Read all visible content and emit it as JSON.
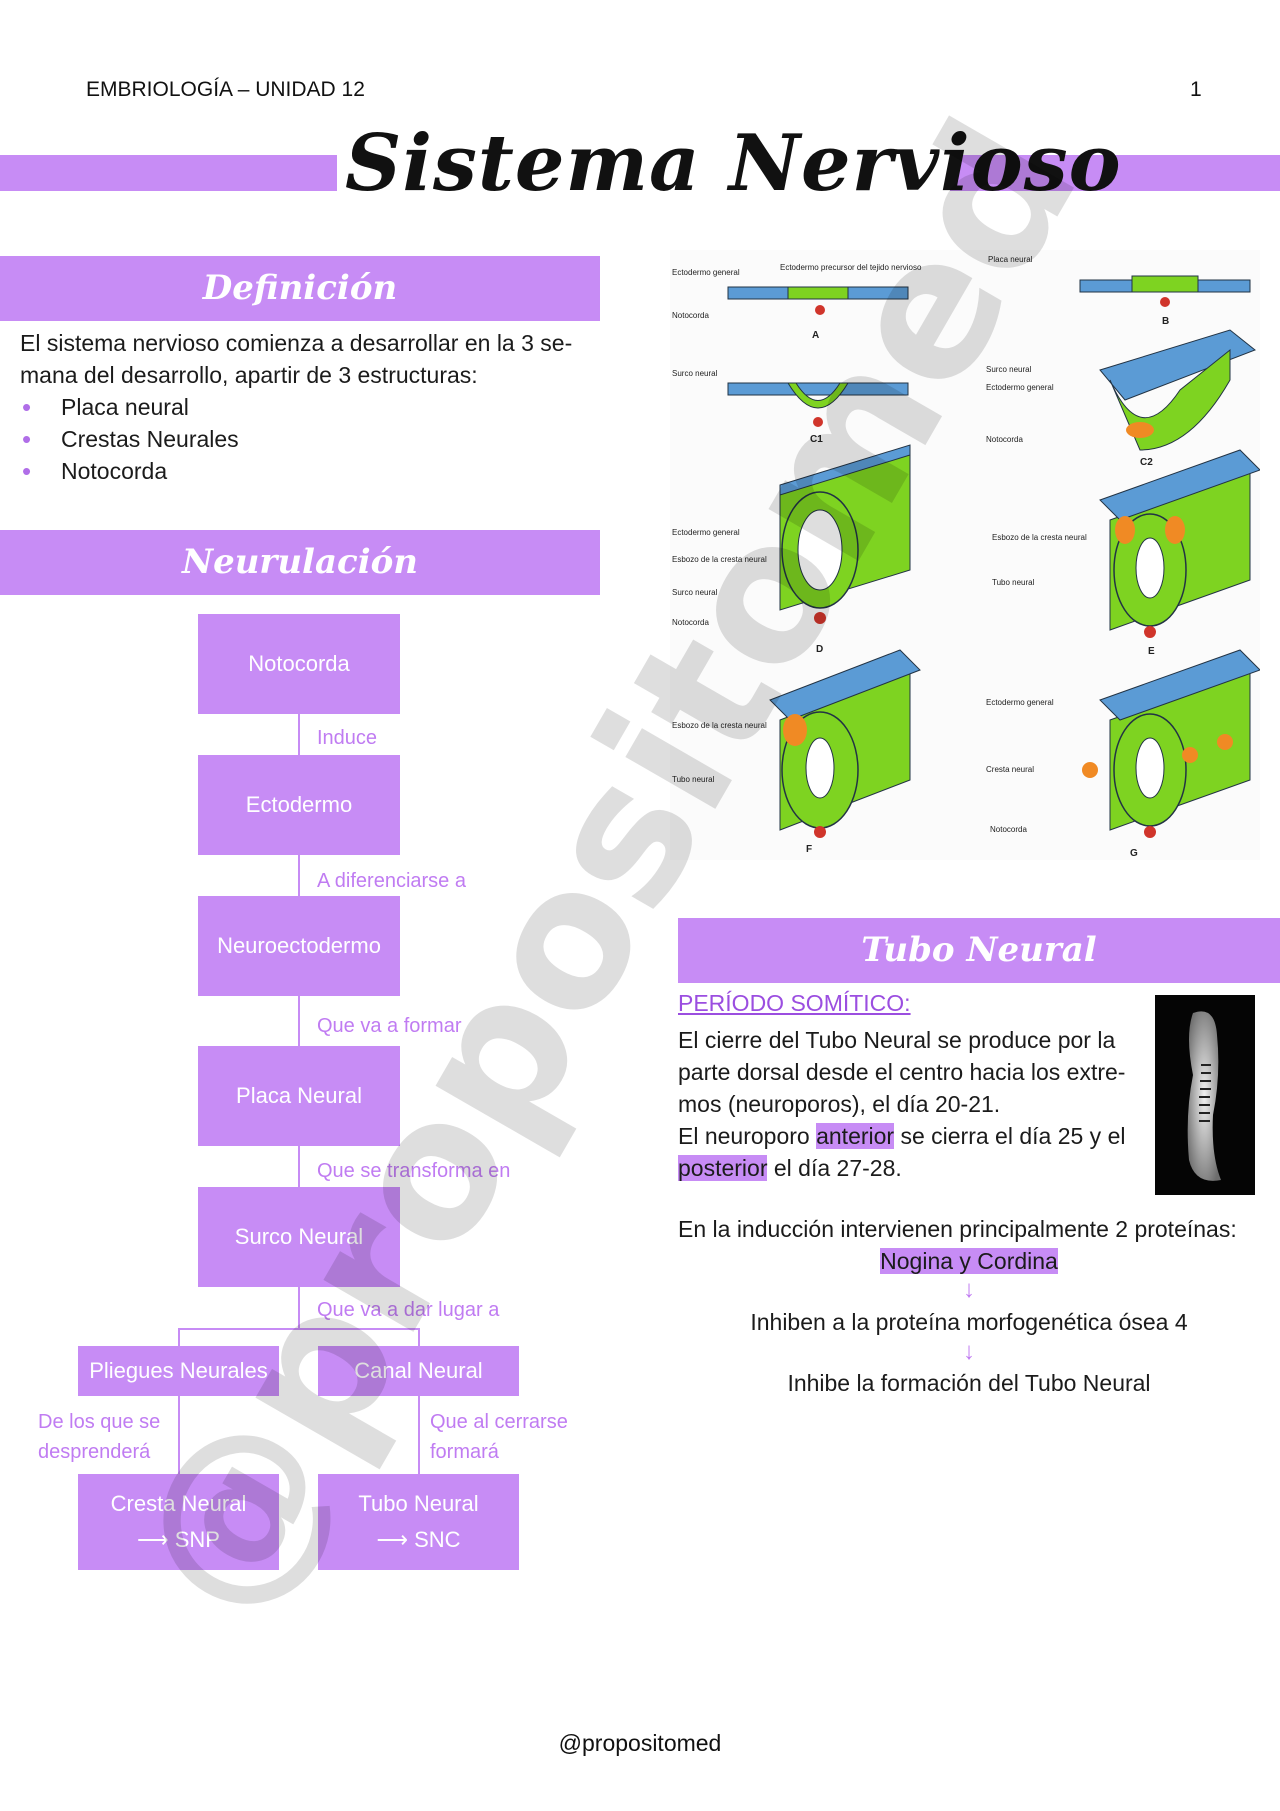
{
  "header": {
    "left": "EMBRIOLOGÍA – UNIDAD  12",
    "page_number": "1"
  },
  "title": "Sistema Nervioso",
  "definicion": {
    "heading": "Definición",
    "paragraph_line1": "El sistema nervioso comienza a desarrollar en la 3 se-",
    "paragraph_line2": "mana del desarrollo, apartir de 3 estructuras:",
    "bullets": [
      "Placa neural",
      "Crestas Neurales",
      "Notocorda"
    ]
  },
  "neurulacion": {
    "heading": "Neurulación",
    "boxes": {
      "notocorda": "Notocorda",
      "ectodermo": "Ectodermo",
      "neuroectodermo": "Neuroectodermo",
      "placa": "Placa Neural",
      "surco": "Surco Neural",
      "pliegues": "Pliegues Neurales",
      "canal": "Canal Neural",
      "cresta": "Cresta Neural",
      "cresta_sub": "⟶ SNP",
      "tubo": "Tubo Neural",
      "tubo_sub": "⟶ SNC"
    },
    "connectors": {
      "induce": "Induce",
      "diferenciarse": "A diferenciarse a",
      "formar": "Que va a formar",
      "transforma": "Que se transforma en",
      "dar_lugar": "Que va a dar lugar a",
      "desprendera_1": "De los que se",
      "desprendera_2": "desprenderá",
      "cerrarse_1": "Que al cerrarse",
      "cerrarse_2": "formará"
    }
  },
  "figure_labels": {
    "ectodermo_general": "Ectodermo general",
    "ectodermo_precursor": "Ectodermo precursor del tejido nervioso",
    "notocorda": "Notocorda",
    "placa_neural": "Placa neural",
    "surco_neural": "Surco neural",
    "esbozo_cresta": "Esbozo de la cresta neural",
    "tubo_neural": "Tubo neural",
    "cresta_neural": "Cresta neural",
    "panel_letters": [
      "A",
      "B",
      "C1",
      "C2",
      "D",
      "E",
      "F",
      "G"
    ]
  },
  "tubo_neural": {
    "heading": "Tubo Neural",
    "subheading": "PERÍODO SOMÍTICO:",
    "p1_l1": "El cierre del Tubo Neural se produce por la",
    "p1_l2": "parte dorsal desde el centro hacia los extre-",
    "p1_l3": "mos (neuroporos), el día 20-21.",
    "p2_a": "El neuroporo ",
    "p2_anterior": "anterior",
    "p2_b": " se cierra el día 25 y el",
    "p2_posterior": "posterior",
    "p2_c": " el día 27-28.",
    "p3": "En la inducción intervienen principalmente 2 proteínas:",
    "proteins": "Nogina y Cordina",
    "arrow": "↓",
    "inhiben": "Inhiben a la proteína morfogenética ósea 4",
    "inhibe": "Inhibe la formación del Tubo Neural"
  },
  "watermark": "@propositomed",
  "footer": "@propositomed",
  "colors": {
    "accent": "#c78cf5",
    "label_text": "#c07cf2"
  }
}
